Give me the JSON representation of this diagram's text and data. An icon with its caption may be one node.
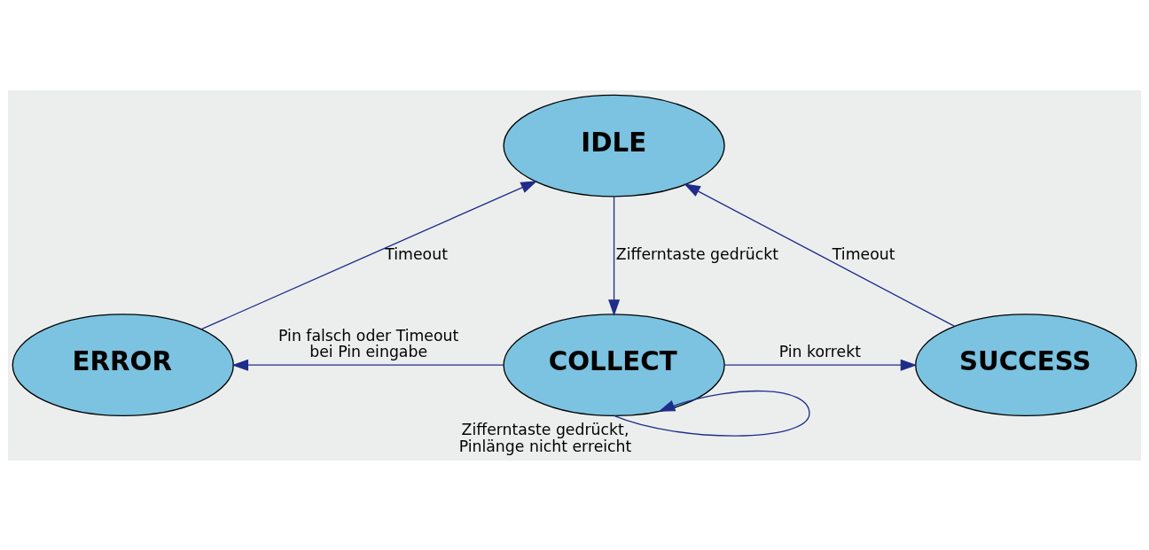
{
  "diagram": {
    "nodes": [
      {
        "text": [
          "IDLE"
        ]
      },
      {
        "text": [
          "ERROR"
        ]
      },
      {
        "text": [
          "COLLECT"
        ]
      },
      {
        "text": [
          "SUCCESS"
        ]
      }
    ],
    "edges": [
      {
        "from": 1,
        "to": 0,
        "arrow": "to",
        "label": "Timeout"
      },
      {
        "from": 0,
        "to": 2,
        "arrow": "to",
        "label": "Zifferntaste gedrückt"
      },
      {
        "from": 3,
        "to": 0,
        "arrow": "to",
        "label": "Timeout"
      },
      {
        "from": 2,
        "to": 1,
        "arrow": "to",
        "label": "Pin falsch oder Timeout bei Pin eingabe"
      },
      {
        "from": 2,
        "to": 2,
        "arrow": "to",
        "label": "Zifferntaste gedrückt, Pinlänge nicht erreicht"
      },
      {
        "from": 2,
        "to": 3,
        "arrow": "to",
        "label": "Pin korrekt"
      }
    ]
  }
}
